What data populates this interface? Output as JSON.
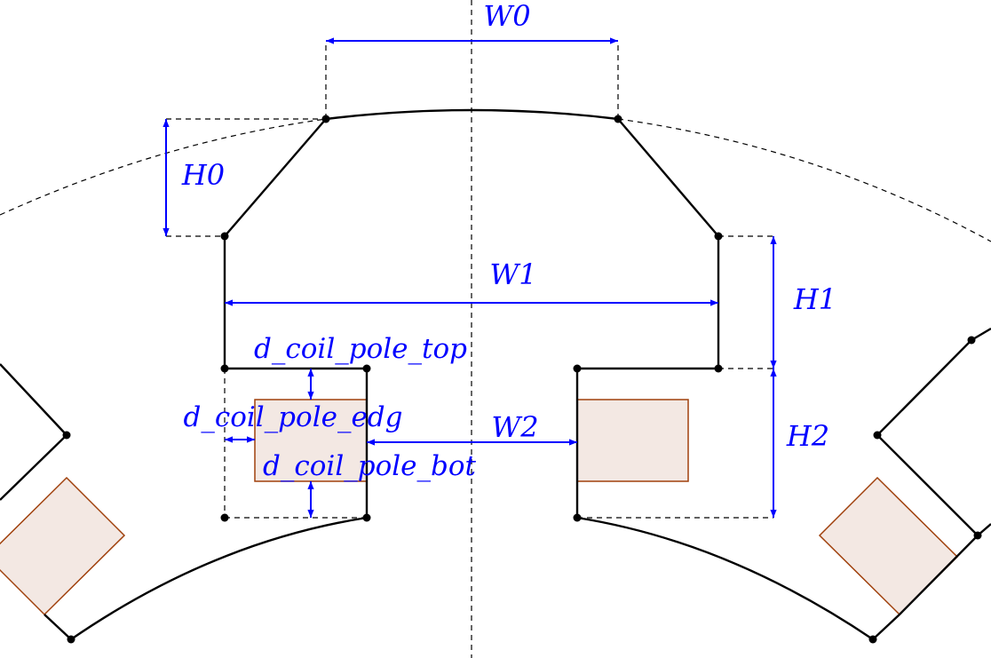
{
  "labels": {
    "w0": "W0",
    "h0": "H0",
    "w1": "W1",
    "h1": "H1",
    "h2": "H2",
    "w2": "W2",
    "d_top": "d_coil_pole_top",
    "d_edg": "d_coil_pole_edg",
    "d_bot": "d_coil_pole_bot"
  },
  "colors": {
    "dimension": "#0000ff",
    "outline": "#000000",
    "coil_fill": "#f3e8e3",
    "coil_stroke": "#a0410d"
  }
}
